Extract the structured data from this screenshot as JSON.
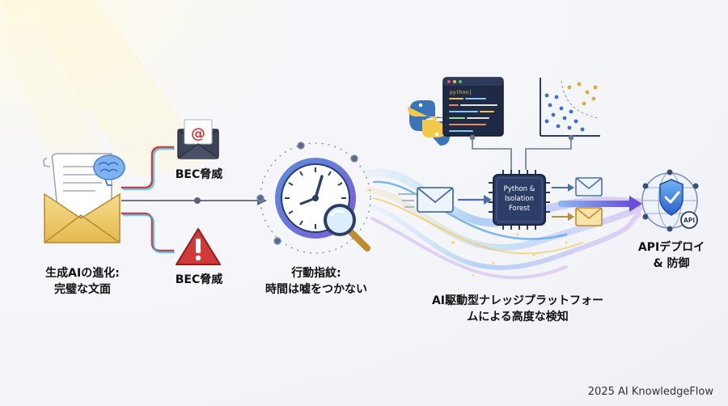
{
  "labels": {
    "genai_line1": "生成AIの進化:",
    "genai_line2": "完璧な文面",
    "bec_top": "BEC脅威",
    "bec_bottom": "BEC脅威",
    "behavior_line1": "行動指紋:",
    "behavior_line2": "時間は嘘をつかない",
    "platform_line1": "AI駆動型ナレッジプラットフォー",
    "platform_line2": "ムによる高度な検知",
    "api_line1": "APIデプロイ",
    "api_line2": "& 防御"
  },
  "chip": {
    "line1": "Python &",
    "line2": "Isolation",
    "line3": "Forest"
  },
  "code_window": {
    "text": "python|"
  },
  "api_badge": "API",
  "footer": "2025 AI KnowledgeFlow",
  "colors": {
    "accent_blue": "#3b6fc9",
    "alert_red": "#d23a3a",
    "envelope_gold": "#e9c46a",
    "chip_dark": "#2c3e67"
  },
  "icons": [
    "envelope-doc-icon",
    "brain-icon",
    "at-mail-icon",
    "warning-icon",
    "clock-icon",
    "magnifier-icon",
    "python-logo-icon",
    "code-window-icon",
    "scatter-plot-icon",
    "chip-icon",
    "mail-icon",
    "shield-globe-icon"
  ]
}
